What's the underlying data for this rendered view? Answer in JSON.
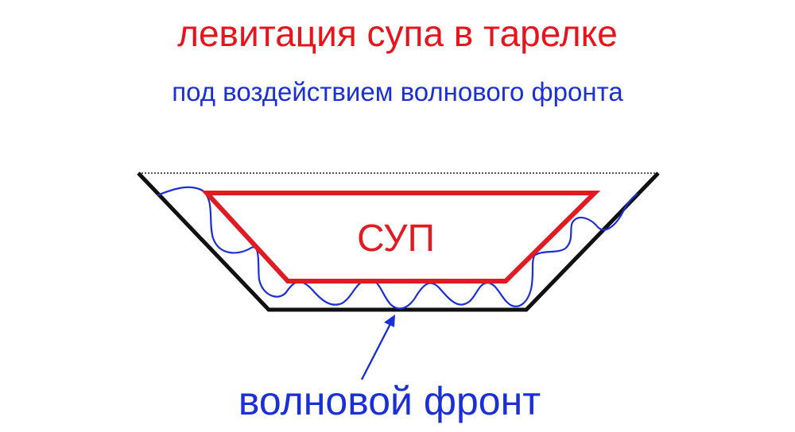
{
  "title": "левитация супа в тарелке",
  "subtitle": "под воздействием волнового фронта",
  "soup_label": "СУП",
  "wavefront_label": "волновой фронт",
  "colors": {
    "title": "#e8141c",
    "subtitle": "#1a2fd6",
    "plate": "#111111",
    "soup_outline": "#e01b22",
    "soup_text": "#e01b22",
    "wave": "#1a2fd6",
    "arrow": "#1a2fd6",
    "caption": "#1a2fd6"
  },
  "icons": {
    "arrow": "arrow-up-right-icon"
  }
}
